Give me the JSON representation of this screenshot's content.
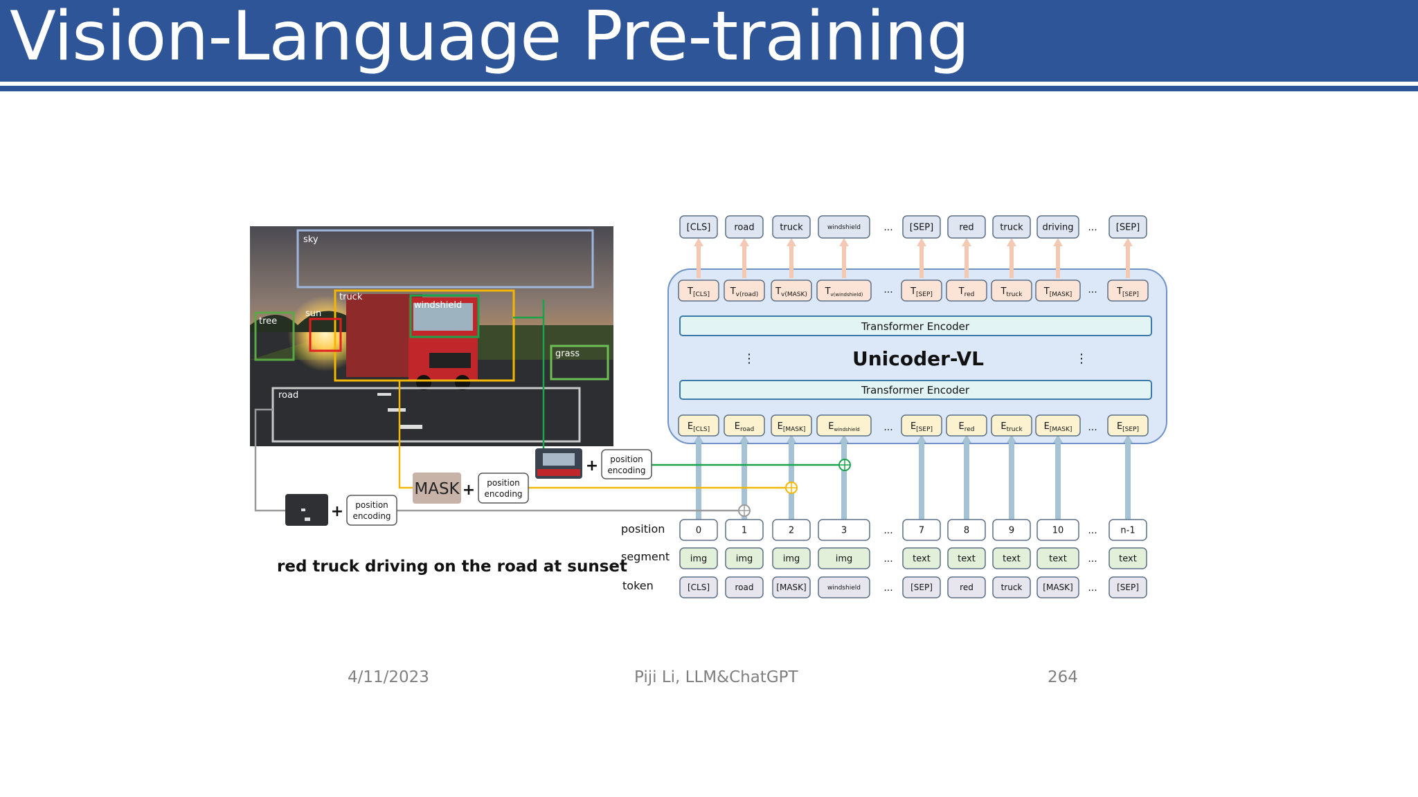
{
  "slide": {
    "title": "Vision-Language Pre-training",
    "footer_date": "4/11/2023",
    "footer_author": "Piji Li, LLM&ChatGPT",
    "footer_page": "264"
  },
  "diagram": {
    "image_regions": [
      "sky",
      "tree",
      "sun",
      "truck",
      "windshield",
      "grass",
      "road"
    ],
    "caption": "red truck driving on the road at sunset",
    "mask_label": "MASK",
    "position_encoding_label": [
      "position",
      "encoding"
    ],
    "model_name": "Unicoder-VL",
    "encoder_label": "Transformer Encoder",
    "row_labels": {
      "position": "position",
      "segment": "segment",
      "token": "token"
    },
    "ellipsis": "...",
    "vertical_dots": "⋮",
    "outputs": [
      "[CLS]",
      "road",
      "truck",
      "windshield",
      "[SEP]",
      "red",
      "truck",
      "driving",
      "[SEP]"
    ],
    "t_tokens": [
      {
        "base": "T",
        "sub": "[CLS]"
      },
      {
        "base": "T",
        "sub": "v(road)"
      },
      {
        "base": "T",
        "sub": "v(MASK)"
      },
      {
        "base": "T",
        "sub": "v(windshield)"
      },
      {
        "base": "T",
        "sub": "[SEP]"
      },
      {
        "base": "T",
        "sub": "red"
      },
      {
        "base": "T",
        "sub": "truck"
      },
      {
        "base": "T",
        "sub": "[MASK]"
      },
      {
        "base": "T",
        "sub": "[SEP]"
      }
    ],
    "e_tokens": [
      {
        "base": "E",
        "sub": "[CLS]"
      },
      {
        "base": "E",
        "sub": "road"
      },
      {
        "base": "E",
        "sub": "[MASK]"
      },
      {
        "base": "E",
        "sub": "windshield"
      },
      {
        "base": "E",
        "sub": "[SEP]"
      },
      {
        "base": "E",
        "sub": "red"
      },
      {
        "base": "E",
        "sub": "truck"
      },
      {
        "base": "E",
        "sub": "[MASK]"
      },
      {
        "base": "E",
        "sub": "[SEP]"
      }
    ],
    "positions": [
      "0",
      "1",
      "2",
      "3",
      "7",
      "8",
      "9",
      "10",
      "n-1"
    ],
    "segments": [
      "img",
      "img",
      "img",
      "img",
      "text",
      "text",
      "text",
      "text",
      "text"
    ],
    "tokens": [
      "[CLS]",
      "road",
      "[MASK]",
      "windshield",
      "[SEP]",
      "red",
      "truck",
      "[MASK]",
      "[SEP]"
    ]
  },
  "colors": {
    "title_bar": "#2e5597",
    "model_fill": "#dce8f7",
    "encoder_fill": "#e3f4f4",
    "t_token_fill": "#fbe4d5",
    "e_token_fill": "#fdf2cf",
    "segment_fill": "#e2efd9",
    "token_fill": "#e7e6ef",
    "line_yellow": "#f2b705",
    "line_green": "#19a34a",
    "line_gray": "#9a9a9a"
  }
}
